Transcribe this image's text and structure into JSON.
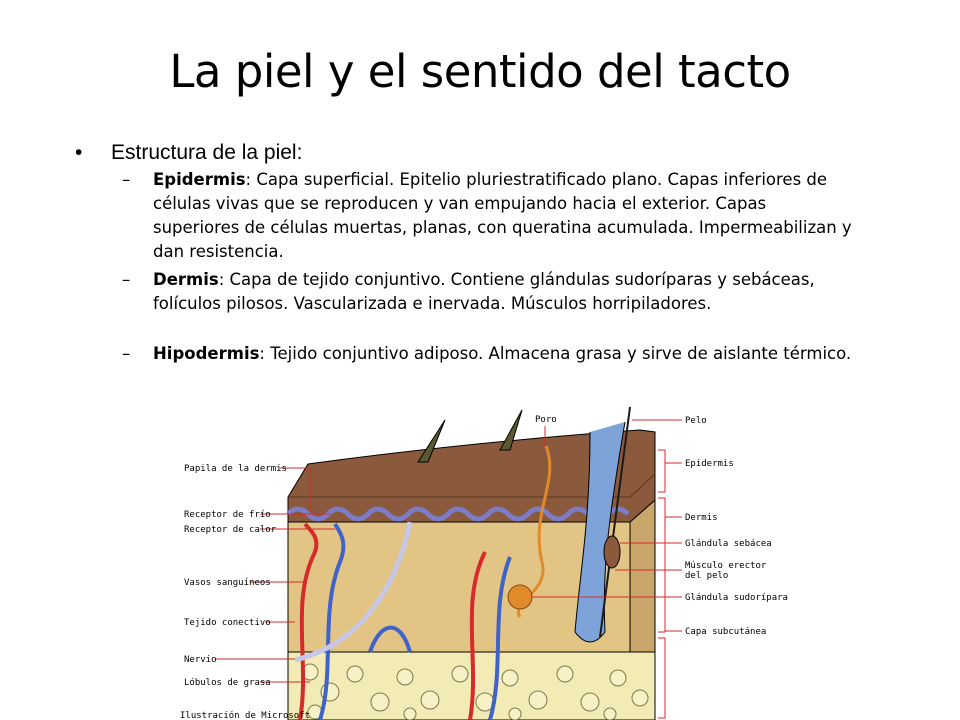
{
  "title": "La piel y el sentido del tacto",
  "section": {
    "bullet": "•",
    "text": "Estructura de la piel:"
  },
  "items": [
    {
      "dash": "–",
      "term": "Epidermis",
      "text": ": Capa superficial. Epitelio pluriestratificado plano. Capas inferiores de células vivas que se reproducen y van empujando hacia el exterior. Capas superiores de células muertas, planas, con queratina acumulada. Impermeabilizan y dan resistencia."
    },
    {
      "dash": "–",
      "term": "Dermis",
      "text": ": Capa de tejido conjuntivo. Contiene glándulas sudoríparas y sebáceas, folículos pilosos. Vascularizada e inervada. Músculos horripiladores."
    },
    {
      "dash": "–",
      "term": "Hipodermis",
      "text": ": Tejido conjuntivo adiposo. Almacena grasa y sirve de aislante térmico."
    }
  ],
  "figure": {
    "labels_left": [
      "Papila de la dermis",
      "Receptor de frío",
      "Receptor de calor",
      "Vasos sanguíneos",
      "Tejido conectivo",
      "Nervio",
      "Lóbulos de grasa"
    ],
    "label_top": "Poro",
    "labels_right": [
      "Pelo",
      "Epidermis",
      "Dermis",
      "Glándula sebácea",
      "Músculo erector",
      "del pelo",
      "Glándula sudorípara",
      "Capa subcutánea"
    ],
    "credit": "Ilustración de Microsoft",
    "colors": {
      "epidermis": "#8b5a3c",
      "dermis": "#e2c585",
      "fat": "#f2ebb5",
      "artery": "#d62b2b",
      "vein": "#3f63c9",
      "nerve": "#c8c8e6"
    }
  }
}
